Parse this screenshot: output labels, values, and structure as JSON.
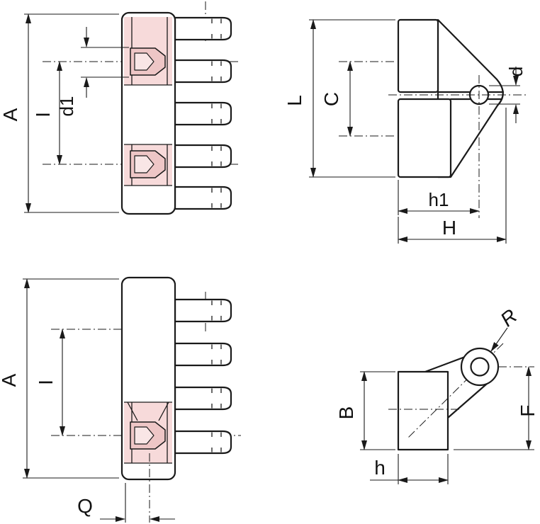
{
  "drawing": {
    "background": "#ffffff",
    "line_color": "#1a1a1a",
    "section_fill": "#f7dada",
    "screw_fill": "#eec6c6",
    "socket_fill": "#f9e6e6",
    "views": {
      "front_section": {
        "labels": {
          "A": "A",
          "I": "I",
          "d1": "d1"
        }
      },
      "side_upper": {
        "labels": {
          "L": "L",
          "C": "C",
          "d": "d",
          "h1": "h1",
          "H": "H"
        }
      },
      "front_lower": {
        "labels": {
          "A": "A",
          "I": "I",
          "Q": "Q"
        }
      },
      "side_lower": {
        "labels": {
          "R": "R",
          "B": "B",
          "F": "F",
          "h": "h"
        }
      }
    }
  }
}
